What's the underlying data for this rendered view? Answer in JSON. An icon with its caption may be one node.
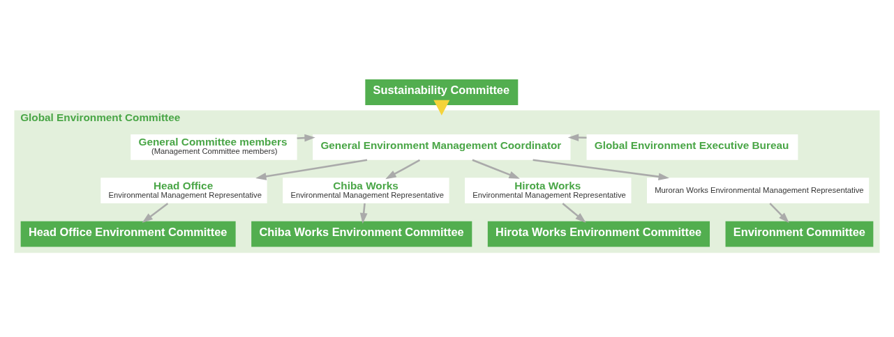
{
  "diagram": {
    "nodes": [
      {
        "text": [
          "Sustainability Committee"
        ]
      },
      {
        "text": [
          "Global Environment Committee"
        ]
      },
      {
        "text": [
          "General Environment Management Coordinator"
        ],
        "in": 1
      },
      {
        "text": [
          "General Committee members",
          "(Management Committee members)"
        ],
        "in": 1
      },
      {
        "text": [
          "Global Environment Executive Bureau"
        ],
        "in": 1
      },
      {
        "text": [
          "Head Office",
          "Environmental Management Representative"
        ],
        "in": 1
      },
      {
        "text": [
          "Chiba Works",
          "Environmental Management Representative"
        ],
        "in": 1
      },
      {
        "text": [
          "Hirota Works",
          "Environmental Management Representative"
        ],
        "in": 1
      },
      {
        "text": [
          "Muroran Works Environmental Management Representative"
        ],
        "in": 1
      },
      {
        "text": [
          "Head Office Environment Committee"
        ],
        "in": 1
      },
      {
        "text": [
          "Chiba Works Environment Committee"
        ],
        "in": 1
      },
      {
        "text": [
          "Hirota Works Environment Committee"
        ],
        "in": 1
      },
      {
        "text": [
          "Environment Committee"
        ],
        "in": 1
      }
    ],
    "edges": [
      {
        "from": 0,
        "to": 1,
        "arrow": "to",
        "style": "thick",
        "color": "#f5d33a"
      },
      {
        "from": 3,
        "to": 2,
        "arrow": "to"
      },
      {
        "from": 4,
        "to": 2,
        "arrow": "to"
      },
      {
        "from": 2,
        "to": 5,
        "arrow": "to"
      },
      {
        "from": 2,
        "to": 6,
        "arrow": "to"
      },
      {
        "from": 2,
        "to": 7,
        "arrow": "to"
      },
      {
        "from": 2,
        "to": 8,
        "arrow": "to"
      },
      {
        "from": 5,
        "to": 9,
        "arrow": "to"
      },
      {
        "from": 6,
        "to": 10,
        "arrow": "to"
      },
      {
        "from": 7,
        "to": 11,
        "arrow": "to"
      },
      {
        "from": 8,
        "to": 12,
        "arrow": "to"
      }
    ]
  }
}
